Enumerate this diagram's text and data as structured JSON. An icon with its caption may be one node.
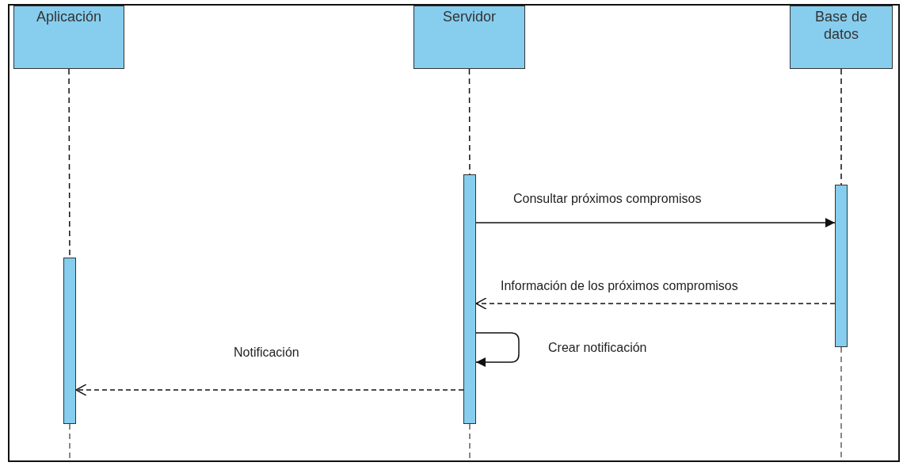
{
  "diagram": {
    "nodes": [
      {
        "text": [
          "Aplicación"
        ]
      },
      {
        "text": [
          "Servidor"
        ]
      },
      {
        "text": [
          "Base de datos"
        ]
      },
      {
        "text": [],
        "shape": "bar"
      },
      {
        "text": [],
        "shape": "bar"
      },
      {
        "text": [],
        "shape": "bar"
      }
    ],
    "edges": [
      {
        "from": 0,
        "to": 3,
        "arrow": "none",
        "style": "dashed"
      },
      {
        "from": 1,
        "to": 4,
        "arrow": "none",
        "style": "dashed"
      },
      {
        "from": 2,
        "to": 5,
        "arrow": "none",
        "style": "dashed"
      },
      {
        "from": 4,
        "to": 5,
        "arrow": "to",
        "label": "Consultar próximos compromisos"
      },
      {
        "from": 5,
        "to": 4,
        "arrow": "to",
        "style": "dashed",
        "label": "Información de los próximos compromisos"
      },
      {
        "from": 4,
        "to": 4,
        "arrow": "to",
        "label": "Crear notificación"
      },
      {
        "from": 4,
        "to": 3,
        "arrow": "to",
        "style": "dashed",
        "label": "Notificación"
      }
    ]
  }
}
